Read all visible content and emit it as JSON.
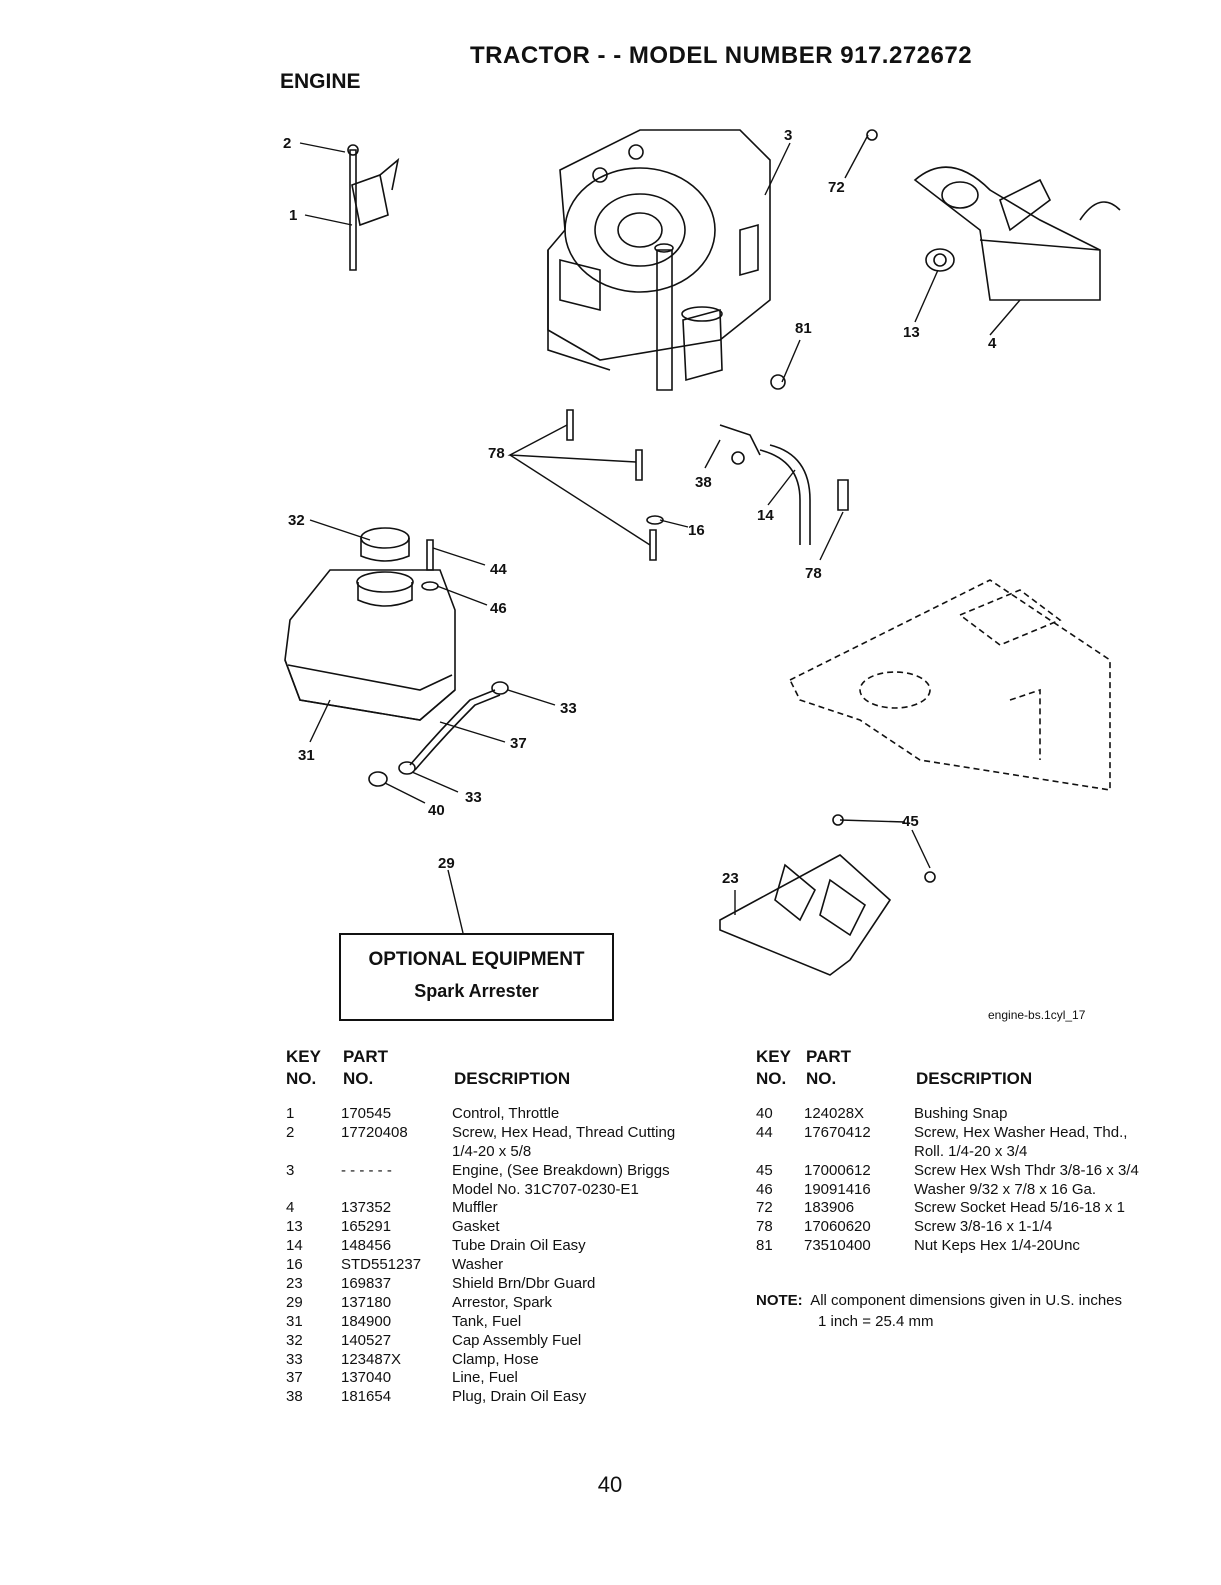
{
  "header": {
    "title": "TRACTOR - - MODEL NUMBER  917.272672",
    "section": "ENGINE"
  },
  "diagram": {
    "callouts": [
      "2",
      "1",
      "3",
      "72",
      "81",
      "13",
      "4",
      "78",
      "38",
      "14",
      "16",
      "78",
      "32",
      "44",
      "46",
      "31",
      "33",
      "37",
      "33",
      "40",
      "29",
      "23",
      "45"
    ],
    "code": "engine-bs.1cyl_17"
  },
  "optional_equipment": {
    "heading": "OPTIONAL EQUIPMENT",
    "item": "Spark Arrester"
  },
  "table_headers": {
    "key_line1": "KEY",
    "key_line2": "NO.",
    "part_line1": "PART",
    "part_line2": "NO.",
    "description": "DESCRIPTION"
  },
  "parts_left": [
    {
      "key": "1",
      "part": "170545",
      "desc": [
        "Control, Throttle"
      ]
    },
    {
      "key": "2",
      "part": "17720408",
      "desc": [
        "Screw, Hex Head, Thread Cutting",
        "1/4-20 x 5/8"
      ]
    },
    {
      "key": "3",
      "part": "- - - - - -",
      "desc": [
        "Engine, (See Breakdown) Briggs",
        "Model No. 31C707-0230-E1"
      ]
    },
    {
      "key": "4",
      "part": "137352",
      "desc": [
        "Muffler"
      ]
    },
    {
      "key": "13",
      "part": "165291",
      "desc": [
        "Gasket"
      ]
    },
    {
      "key": "14",
      "part": "148456",
      "desc": [
        "Tube Drain Oil Easy"
      ]
    },
    {
      "key": "16",
      "part": "STD551237",
      "desc": [
        "Washer"
      ]
    },
    {
      "key": "23",
      "part": "169837",
      "desc": [
        "Shield Brn/Dbr Guard"
      ]
    },
    {
      "key": "29",
      "part": "137180",
      "desc": [
        "Arrestor, Spark"
      ]
    },
    {
      "key": "31",
      "part": "184900",
      "desc": [
        "Tank, Fuel"
      ]
    },
    {
      "key": "32",
      "part": "140527",
      "desc": [
        "Cap Assembly Fuel"
      ]
    },
    {
      "key": "33",
      "part": "123487X",
      "desc": [
        "Clamp, Hose"
      ]
    },
    {
      "key": "37",
      "part": "137040",
      "desc": [
        "Line, Fuel"
      ]
    },
    {
      "key": "38",
      "part": "181654",
      "desc": [
        "Plug, Drain Oil Easy"
      ]
    }
  ],
  "parts_right": [
    {
      "key": "40",
      "part": "124028X",
      "desc": [
        "Bushing Snap"
      ]
    },
    {
      "key": "44",
      "part": "17670412",
      "desc": [
        "Screw, Hex Washer Head, Thd.,",
        "Roll. 1/4-20 x 3/4"
      ]
    },
    {
      "key": "45",
      "part": "17000612",
      "desc": [
        "Screw Hex Wsh Thdr 3/8-16 x 3/4"
      ]
    },
    {
      "key": "46",
      "part": "19091416",
      "desc": [
        "Washer 9/32 x 7/8 x 16 Ga."
      ]
    },
    {
      "key": "72",
      "part": "183906",
      "desc": [
        "Screw Socket Head 5/16-18 x 1"
      ]
    },
    {
      "key": "78",
      "part": "17060620",
      "desc": [
        "Screw 3/8-16 x 1-1/4"
      ]
    },
    {
      "key": "81",
      "part": "73510400",
      "desc": [
        "Nut Keps Hex 1/4-20Unc"
      ]
    }
  ],
  "note": {
    "label": "NOTE:",
    "line1": "All component dimensions given in U.S. inches",
    "line2": "1 inch = 25.4 mm"
  },
  "page_number": "40"
}
